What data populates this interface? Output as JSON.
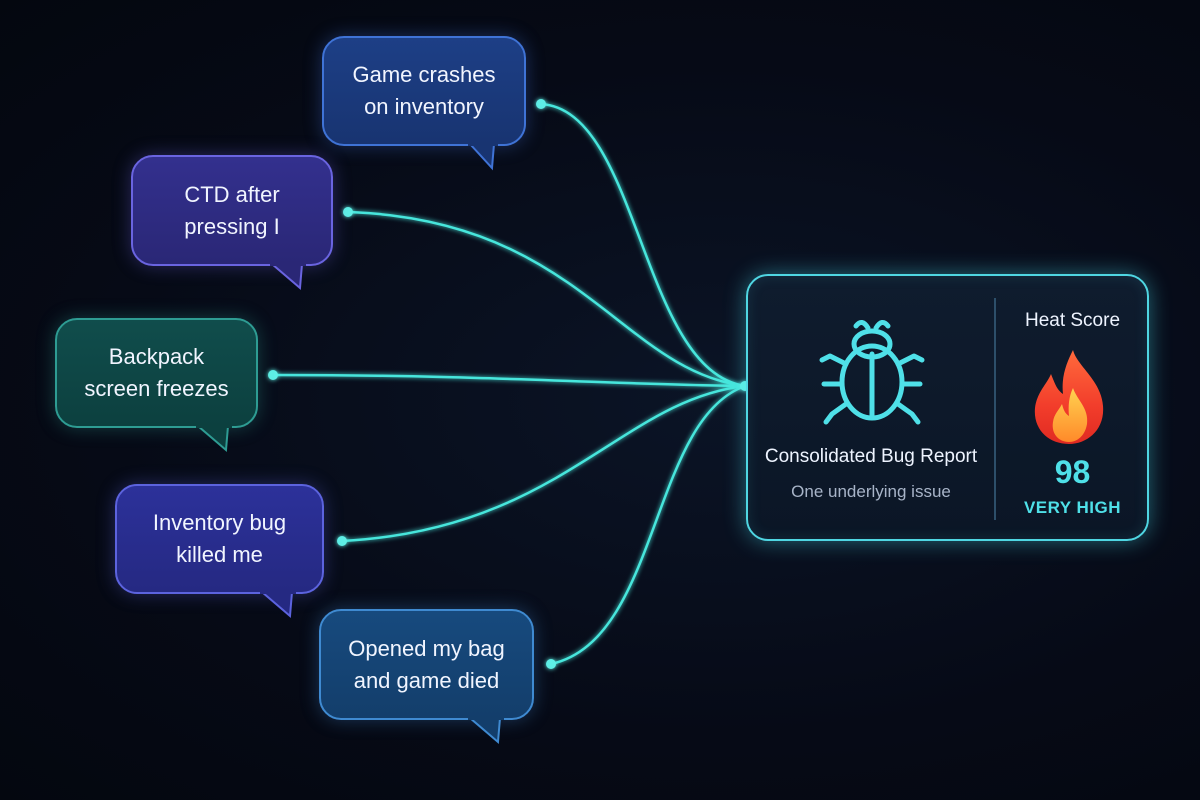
{
  "reports": [
    {
      "text": "Game crashes\non inventory",
      "theme": "blue"
    },
    {
      "text": "CTD after\npressing I",
      "theme": "purple"
    },
    {
      "text": "Backpack\nscreen freezes",
      "theme": "teal"
    },
    {
      "text": "Inventory bug\nkilled me",
      "theme": "indigo"
    },
    {
      "text": "Opened my bag\nand game died",
      "theme": "ocean"
    }
  ],
  "consolidated": {
    "title": "Consolidated Bug Report",
    "subtitle": "One underlying issue",
    "icon": "bug-icon"
  },
  "heat": {
    "label": "Heat Score",
    "value": "98",
    "level": "VERY HIGH",
    "icon": "flame-icon"
  },
  "colors": {
    "accent": "#4fe0e8",
    "connector": "#46e6dc",
    "background": "#060b18"
  }
}
